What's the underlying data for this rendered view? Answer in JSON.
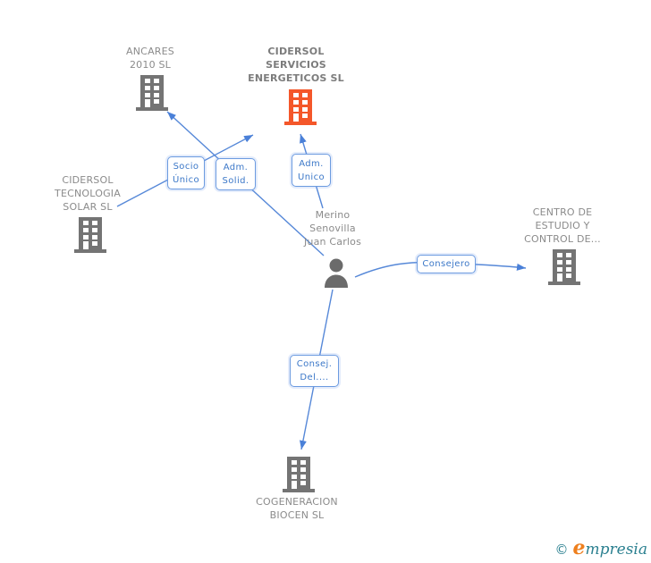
{
  "nodes": [
    {
      "id": "ancares-2010-sl",
      "type": "company",
      "lines": [
        "ANCARES",
        "2010 SL"
      ]
    },
    {
      "id": "cidersol-servicios-energeticos-sl",
      "type": "company-highlighted",
      "lines": [
        "CIDERSOL",
        "SERVICIOS",
        "ENERGETICOS SL"
      ]
    },
    {
      "id": "cidersol-tecnologia-solar-sl",
      "type": "company",
      "lines": [
        "CIDERSOL",
        "TECNOLOGIA",
        "SOLAR SL"
      ]
    },
    {
      "id": "merino-senovilla-juan-carlos",
      "type": "person",
      "lines": [
        "Merino",
        "Senovilla",
        "Juan Carlos"
      ]
    },
    {
      "id": "centro-de-estudio-y-control-de",
      "type": "company",
      "lines": [
        "CENTRO DE",
        "ESTUDIO Y",
        "CONTROL DE..."
      ]
    },
    {
      "id": "cogeneracion-biocen-sl",
      "type": "company",
      "lines": [
        "COGENERACION",
        "BIOCEN SL"
      ]
    }
  ],
  "edges": [
    {
      "label_lines": [
        "Socio",
        "Único"
      ],
      "from": "cidersol-tecnologia-solar-sl",
      "to": "cidersol-servicios-energeticos-sl"
    },
    {
      "label_lines": [
        "Adm.",
        "Solid."
      ],
      "from": "merino-senovilla-juan-carlos",
      "to": "ancares-2010-sl"
    },
    {
      "label_lines": [
        "Adm.",
        "Unico"
      ],
      "from": "merino-senovilla-juan-carlos",
      "to": "cidersol-servicios-energeticos-sl"
    },
    {
      "label_lines": [
        "Consejero"
      ],
      "from": "merino-senovilla-juan-carlos",
      "to": "centro-de-estudio-y-control-de"
    },
    {
      "label_lines": [
        "Consej.",
        "Del...."
      ],
      "from": "merino-senovilla-juan-carlos",
      "to": "cogeneracion-biocen-sl"
    }
  ],
  "watermark": {
    "copyright_symbol": "©",
    "brand_initial": "e",
    "brand_rest": "mpresia"
  },
  "colors": {
    "edge_blue": "#5688d8",
    "edge_label_text": "#3c78c8",
    "edge_label_border": "#6c9be0",
    "node_text_gray": "#8b8b8b",
    "building_gray": "#747474",
    "person_gray": "#6b6b6b",
    "highlight_orange": "#f4572a",
    "logo_teal": "#2b8090",
    "logo_orange": "#ee7f1d"
  }
}
